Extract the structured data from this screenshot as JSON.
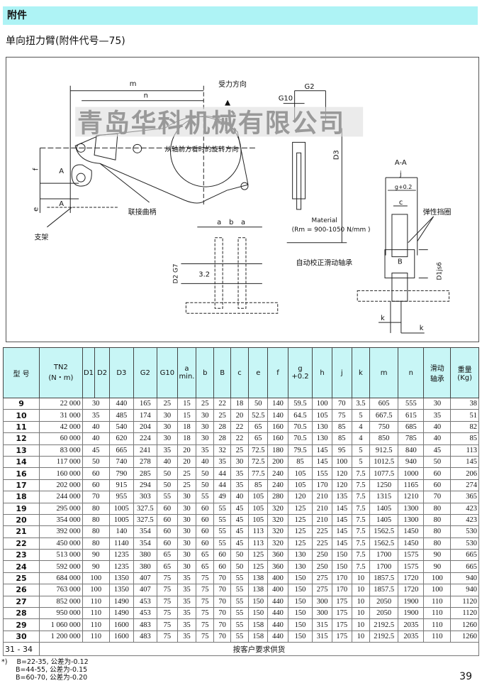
{
  "header": {
    "title": "附件"
  },
  "subtitle": "单向扭力臂(附件代号—75)",
  "drawing": {
    "watermark": "青岛华科机械有限公司",
    "labels": {
      "m": "m",
      "n": "n",
      "force": "受力方向",
      "rotation": "从轴前方看时的旋转方向",
      "G2": "G2",
      "G10": "G10",
      "D3": "D3",
      "section": "A-A",
      "j": "j",
      "g": "g+0.2",
      "c": "c",
      "circlip": "弹性挡圈",
      "material": "Material",
      "rm": "(Rm = 900-1050 N/mm )",
      "a": "a",
      "b": "b",
      "d2g7": "D2 G7",
      "roughness": "3.2",
      "bearing": "自动校正滑动轴承",
      "B": "B",
      "d1": "D1js6",
      "crank": "联接曲柄",
      "bracket": "支架",
      "f": "f",
      "e": "e",
      "A": "A",
      "k": "k"
    }
  },
  "table": {
    "headers": [
      "型 号",
      "TN2\n(N・m)",
      "D1",
      "D2",
      "D3",
      "G2",
      "G10",
      "a\nmin.",
      "b",
      "B",
      "c",
      "e",
      "f",
      "g\n+0.2",
      "h",
      "j",
      "k",
      "m",
      "n",
      "滑动\n轴承",
      "重量\n(Kg)"
    ],
    "rows": [
      [
        "9",
        "22 000",
        "30",
        "440",
        "165",
        "25",
        "15",
        "25",
        "22",
        "18",
        "50",
        "140",
        "59.5",
        "100",
        "70",
        "3.5",
        "605",
        "555",
        "30",
        "38"
      ],
      [
        "10",
        "31 000",
        "35",
        "485",
        "174",
        "30",
        "15",
        "30",
        "25",
        "20",
        "52.5",
        "140",
        "64.5",
        "105",
        "75",
        "5",
        "667.5",
        "615",
        "35",
        "51"
      ],
      [
        "11",
        "42 000",
        "40",
        "540",
        "204",
        "30",
        "18",
        "30",
        "28",
        "22",
        "65",
        "160",
        "70.5",
        "130",
        "85",
        "4",
        "750",
        "685",
        "40",
        "82"
      ],
      [
        "12",
        "60 000",
        "40",
        "620",
        "224",
        "30",
        "18",
        "30",
        "28",
        "22",
        "65",
        "160",
        "70.5",
        "130",
        "85",
        "4",
        "850",
        "785",
        "40",
        "85"
      ],
      [
        "13",
        "83 000",
        "45",
        "665",
        "241",
        "35",
        "20",
        "35",
        "32",
        "25",
        "72.5",
        "180",
        "79.5",
        "145",
        "95",
        "5",
        "912.5",
        "840",
        "45",
        "113"
      ],
      [
        "14",
        "117 000",
        "50",
        "740",
        "278",
        "40",
        "20",
        "40",
        "35",
        "30",
        "72.5",
        "200",
        "85",
        "145",
        "100",
        "5",
        "1012.5",
        "940",
        "50",
        "145"
      ],
      [
        "16",
        "160 000",
        "60",
        "790",
        "285",
        "50",
        "25",
        "50",
        "44",
        "35",
        "77.5",
        "240",
        "105",
        "155",
        "120",
        "7.5",
        "1077.5",
        "1000",
        "60",
        "206"
      ],
      [
        "17",
        "202 000",
        "60",
        "915",
        "294",
        "50",
        "25",
        "50",
        "44",
        "35",
        "85",
        "240",
        "105",
        "170",
        "120",
        "7.5",
        "1250",
        "1165",
        "60",
        "274"
      ],
      [
        "18",
        "244 000",
        "70",
        "955",
        "303",
        "55",
        "30",
        "55",
        "49",
        "40",
        "105",
        "280",
        "120",
        "210",
        "135",
        "7.5",
        "1315",
        "1210",
        "70",
        "365"
      ],
      [
        "19",
        "295 000",
        "80",
        "1005",
        "327.5",
        "60",
        "30",
        "60",
        "55",
        "45",
        "105",
        "320",
        "125",
        "210",
        "145",
        "7.5",
        "1405",
        "1300",
        "80",
        "423"
      ],
      [
        "20",
        "354 000",
        "80",
        "1005",
        "327.5",
        "60",
        "30",
        "60",
        "55",
        "45",
        "105",
        "320",
        "125",
        "210",
        "145",
        "7.5",
        "1405",
        "1300",
        "80",
        "423"
      ],
      [
        "21",
        "392 000",
        "80",
        "140",
        "354",
        "60",
        "30",
        "60",
        "55",
        "45",
        "113",
        "320",
        "125",
        "225",
        "145",
        "7.5",
        "1562.5",
        "1450",
        "80",
        "530"
      ],
      [
        "22",
        "450 000",
        "80",
        "1140",
        "354",
        "60",
        "30",
        "60",
        "55",
        "45",
        "113",
        "320",
        "125",
        "225",
        "145",
        "7.5",
        "1562.5",
        "1450",
        "80",
        "530"
      ],
      [
        "23",
        "513 000",
        "90",
        "1235",
        "380",
        "65",
        "30",
        "65",
        "60",
        "50",
        "125",
        "360",
        "130",
        "250",
        "150",
        "7.5",
        "1700",
        "1575",
        "90",
        "665"
      ],
      [
        "24",
        "592 000",
        "90",
        "1235",
        "380",
        "65",
        "30",
        "65",
        "60",
        "50",
        "125",
        "360",
        "130",
        "250",
        "150",
        "7.5",
        "1700",
        "1575",
        "90",
        "665"
      ],
      [
        "25",
        "684 000",
        "100",
        "1350",
        "407",
        "75",
        "35",
        "75",
        "70",
        "55",
        "138",
        "400",
        "150",
        "275",
        "170",
        "10",
        "1857.5",
        "1720",
        "100",
        "940"
      ],
      [
        "26",
        "763 000",
        "100",
        "1350",
        "407",
        "75",
        "35",
        "75",
        "70",
        "55",
        "138",
        "400",
        "150",
        "275",
        "170",
        "10",
        "1857.5",
        "1720",
        "100",
        "940"
      ],
      [
        "27",
        "852 000",
        "110",
        "1490",
        "453",
        "75",
        "35",
        "75",
        "70",
        "55",
        "150",
        "440",
        "150",
        "300",
        "175",
        "10",
        "2050",
        "1900",
        "110",
        "1120"
      ],
      [
        "28",
        "950 000",
        "110",
        "1490",
        "453",
        "75",
        "35",
        "75",
        "70",
        "55",
        "150",
        "440",
        "150",
        "300",
        "175",
        "10",
        "2050",
        "1900",
        "110",
        "1120"
      ],
      [
        "29",
        "1 060 000",
        "110",
        "1600",
        "483",
        "75",
        "35",
        "75",
        "70",
        "55",
        "158",
        "440",
        "150",
        "315",
        "175",
        "10",
        "2192.5",
        "2035",
        "110",
        "1260"
      ],
      [
        "30",
        "1 200 000",
        "110",
        "1600",
        "483",
        "75",
        "35",
        "75",
        "70",
        "55",
        "158",
        "440",
        "150",
        "315",
        "175",
        "10",
        "2192.5",
        "2035",
        "110",
        "1260"
      ]
    ],
    "last_row": {
      "model": "31 - 34",
      "note": "按客户要求供货"
    }
  },
  "notes": {
    "marker": "*)",
    "lines": [
      "B=22-35, 公差为-0.12",
      "B=44-55, 公差为-0.15",
      "B=60-70, 公差为-0.20"
    ]
  },
  "page_number": "39"
}
